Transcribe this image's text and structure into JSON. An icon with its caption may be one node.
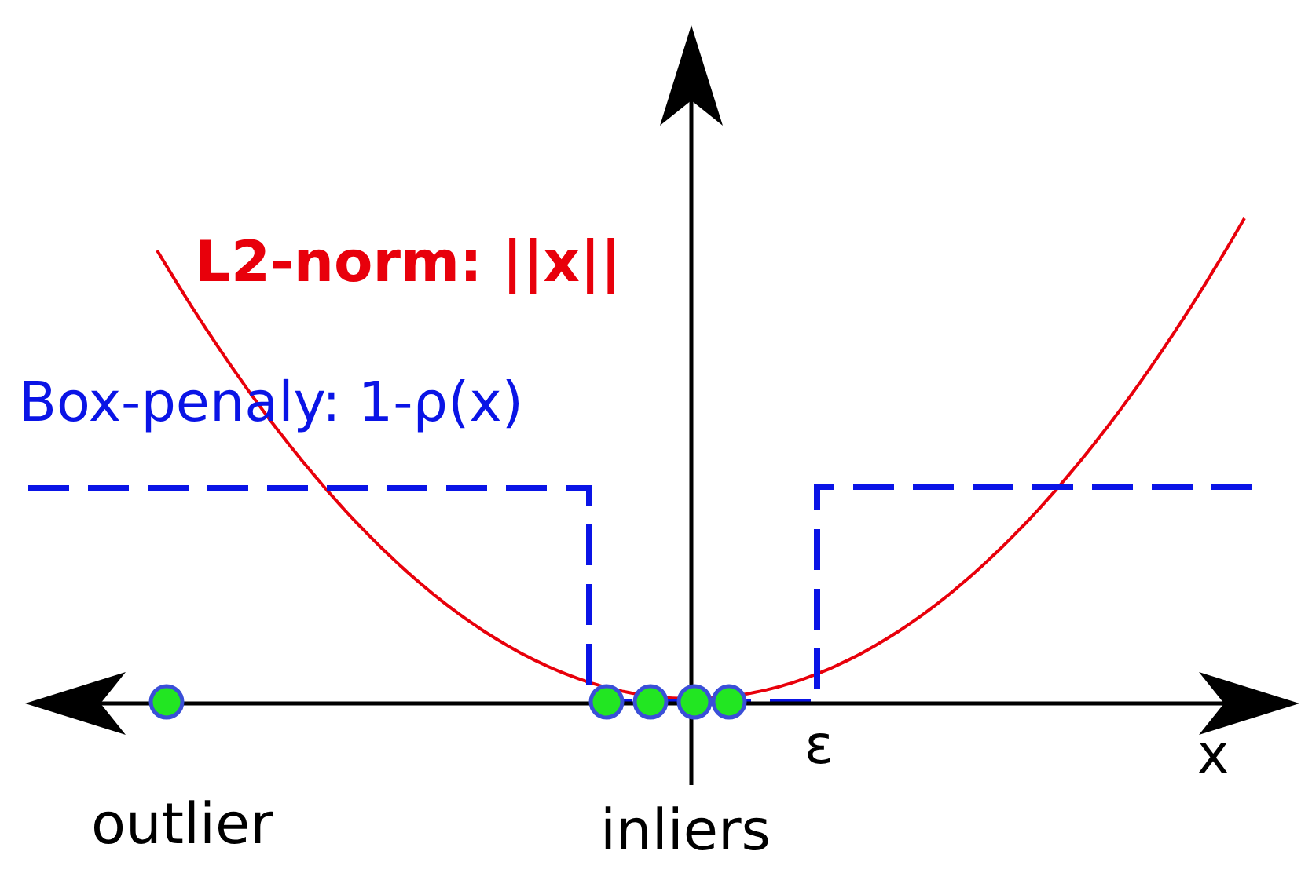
{
  "diagram": {
    "labels": [
      "L2-norm: ||x||",
      "Box-penaly: 1-ρ(x)",
      "ε",
      "x",
      "outlier",
      "inliers"
    ]
  }
}
